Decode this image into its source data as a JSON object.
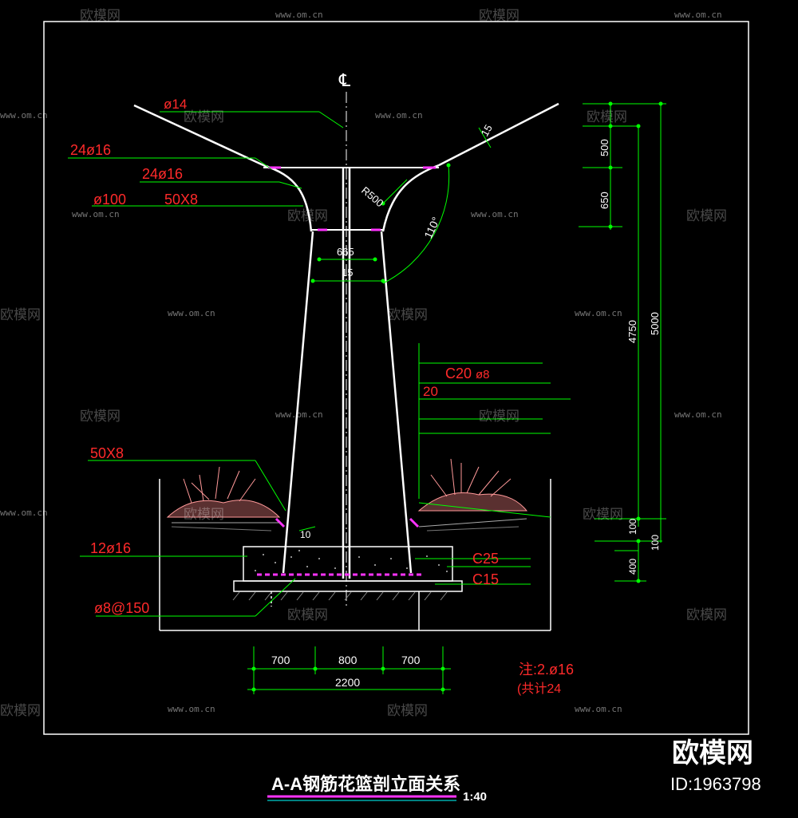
{
  "centerline_symbol": "℄",
  "annotations_left": [
    {
      "id": "rebar-14",
      "text": "ø14"
    },
    {
      "id": "rebar-24-16-a",
      "text": "24ø16"
    },
    {
      "id": "rebar-24-16-b",
      "text": "24ø16"
    },
    {
      "id": "pipe-100",
      "text": "ø100"
    },
    {
      "id": "steel-50x8-top",
      "text": "50X8"
    },
    {
      "id": "steel-50x8-bottom",
      "text": "50X8"
    },
    {
      "id": "rebar-12-16",
      "text": "12ø16"
    },
    {
      "id": "rebar-8-150",
      "text": "ø8@150"
    }
  ],
  "annotations_right": [
    {
      "id": "c20",
      "text": "C20"
    },
    {
      "id": "rebar-8",
      "text": "ø8"
    },
    {
      "id": "twenty",
      "text": "20"
    },
    {
      "id": "c25",
      "text": "C25"
    },
    {
      "id": "c15",
      "text": "C15"
    }
  ],
  "angle_labels": {
    "radius": "R500",
    "angle_top": "15",
    "angle_mid": "15",
    "angle_bottom": "10",
    "arc": "110°"
  },
  "width_label": "665",
  "dims_right": {
    "d500": "500",
    "d650": "650",
    "d4750": "4750",
    "d5000": "5000",
    "d100a": "100",
    "d100b": "100",
    "d400": "400"
  },
  "dims_bottom": {
    "left": "700",
    "mid": "800",
    "right": "700",
    "total": "2200"
  },
  "note": {
    "line1": "注:2.ø16",
    "line2": "(共计24"
  },
  "drawing_title": "A-A钢筋花篮剖立面关系",
  "scale": "1:40",
  "watermark": {
    "brand": "欧模网",
    "site": "www.om.cn",
    "id_label": "ID:1963798"
  },
  "colors": {
    "background": "#000000",
    "green": "#00ff00",
    "red": "#ff2a2a",
    "white": "#ffffff",
    "magenta": "#ff33ff",
    "cyan": "#00ffff"
  }
}
